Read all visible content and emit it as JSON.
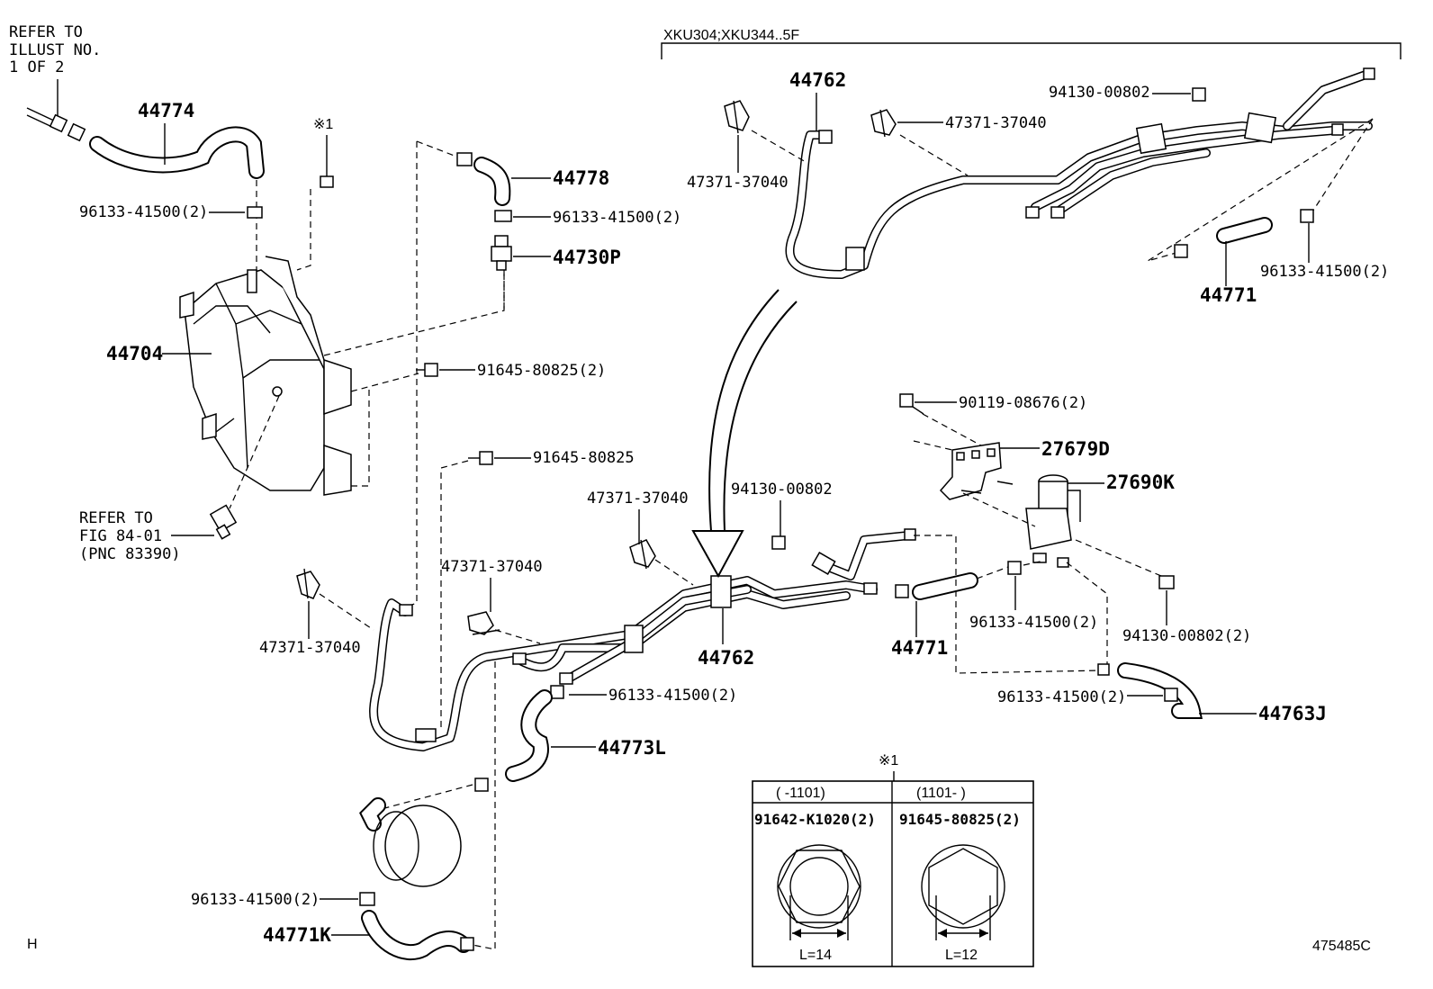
{
  "refer_illust": {
    "line1": "REFER TO",
    "line2": "ILLUST NO.",
    "line3": "1 OF 2"
  },
  "refer_fig": {
    "line1": "REFER TO",
    "line2": "FIG 84-01",
    "line3": "(PNC 83390)"
  },
  "variant_header": "XKU304;XKU344..5F",
  "note_mark": "※1",
  "corner_left": "H",
  "illustration_id": "475485C",
  "parts": {
    "p44774": "44774",
    "p44704": "44704",
    "p44778": "44778",
    "p44730P": "44730P",
    "p44762_top": "44762",
    "p44762_bottom": "44762",
    "p44771_top": "44771",
    "p44771_bottom": "44771",
    "p27679D": "27679D",
    "p27690K": "27690K",
    "p44773L": "44773L",
    "p44763J": "44763J",
    "p44771K": "44771K"
  },
  "callouts": {
    "clamp_a": "96133-41500(2)",
    "clamp_b": "96133-41500(2)",
    "clamp_c": "96133-41500(2)",
    "clamp_d": "96133-41500(2)",
    "clamp_e": "96133-41500(2)",
    "clamp_f": "96133-41500(2)",
    "clamp_g": "96133-41500(2)",
    "nut_top": "94130-00802",
    "nut_mid": "94130-00802",
    "nut_right": "94130-00802(2)",
    "bolt_2": "91645-80825(2)",
    "bolt_1": "91645-80825",
    "bolt_90119": "90119-08676(2)",
    "clip_top_right": "47371-37040",
    "clip_top_left": "47371-37040",
    "clip_mid_a": "47371-37040",
    "clip_mid_b": "47371-37040",
    "clip_left": "47371-37040"
  },
  "note_table": {
    "col1_header": "(   -1101)",
    "col2_header": "(1101-    )",
    "col1_part": "91642-K1020(2)",
    "col2_part": "91645-80825(2)",
    "col1_length": "L=14",
    "col2_length": "L=12"
  }
}
